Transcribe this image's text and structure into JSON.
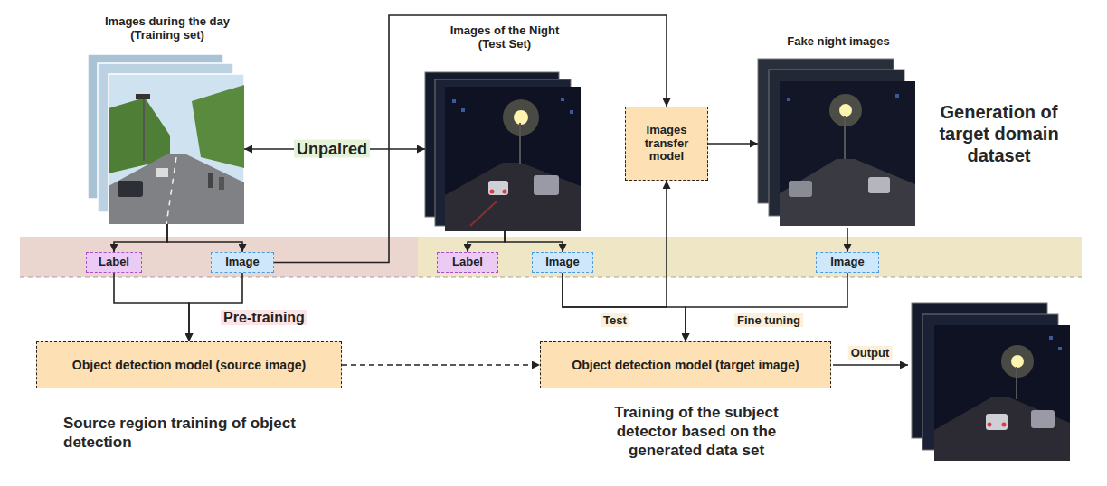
{
  "diagram": {
    "nodes": [
      {
        "text": [
          "Generation of target domain dataset"
        ]
      },
      {
        "text": [
          "Images during the day (Training set)"
        ],
        "in": 0
      },
      {
        "text": [
          "Images of the Night (Test Set)"
        ],
        "in": 0
      },
      {
        "text": [
          "Images transfer model"
        ],
        "in": 0
      },
      {
        "text": [
          "Fake night images"
        ],
        "in": 0
      },
      {
        "text": [
          "Source region training of object detection"
        ]
      },
      {
        "text": [
          "Label"
        ],
        "in": 5
      },
      {
        "text": [
          "Image"
        ],
        "in": 5
      },
      {
        "text": [
          "Object detection model (source image)"
        ],
        "in": 5
      },
      {
        "text": [
          "Training of the subject detector based on the generated data set"
        ]
      },
      {
        "text": [
          "Label"
        ],
        "in": 9
      },
      {
        "text": [
          "Image"
        ],
        "in": 9
      },
      {
        "text": [
          "Image"
        ],
        "in": 9
      },
      {
        "text": [
          "Object detection model (target image)"
        ],
        "in": 9
      }
    ],
    "edges": [
      {
        "from": 1,
        "to": 6,
        "arrow": "to"
      },
      {
        "from": 1,
        "to": 7,
        "arrow": "to"
      },
      {
        "from": 1,
        "to": 2,
        "label": "Unpaired",
        "arrow": "both"
      },
      {
        "from": 7,
        "to": 3,
        "arrow": "to"
      },
      {
        "from": 2,
        "to": 10,
        "arrow": "to"
      },
      {
        "from": 2,
        "to": 11,
        "arrow": "to"
      },
      {
        "from": 11,
        "to": 3,
        "arrow": "to"
      },
      {
        "from": 11,
        "to": 13,
        "label": "Test",
        "arrow": "to"
      },
      {
        "from": 12,
        "to": 13,
        "label": "Fine tuning",
        "arrow": "to"
      },
      {
        "from": 3,
        "to": 4,
        "arrow": "to"
      },
      {
        "from": 4,
        "to": 12,
        "arrow": "to"
      },
      {
        "from": 6,
        "to": 8,
        "label": "Pre-training",
        "arrow": "to"
      },
      {
        "from": 7,
        "to": 8,
        "arrow": "to"
      },
      {
        "from": 8,
        "to": 13,
        "arrow": "to"
      }
    ],
    "labels": [
      "Output"
    ]
  }
}
